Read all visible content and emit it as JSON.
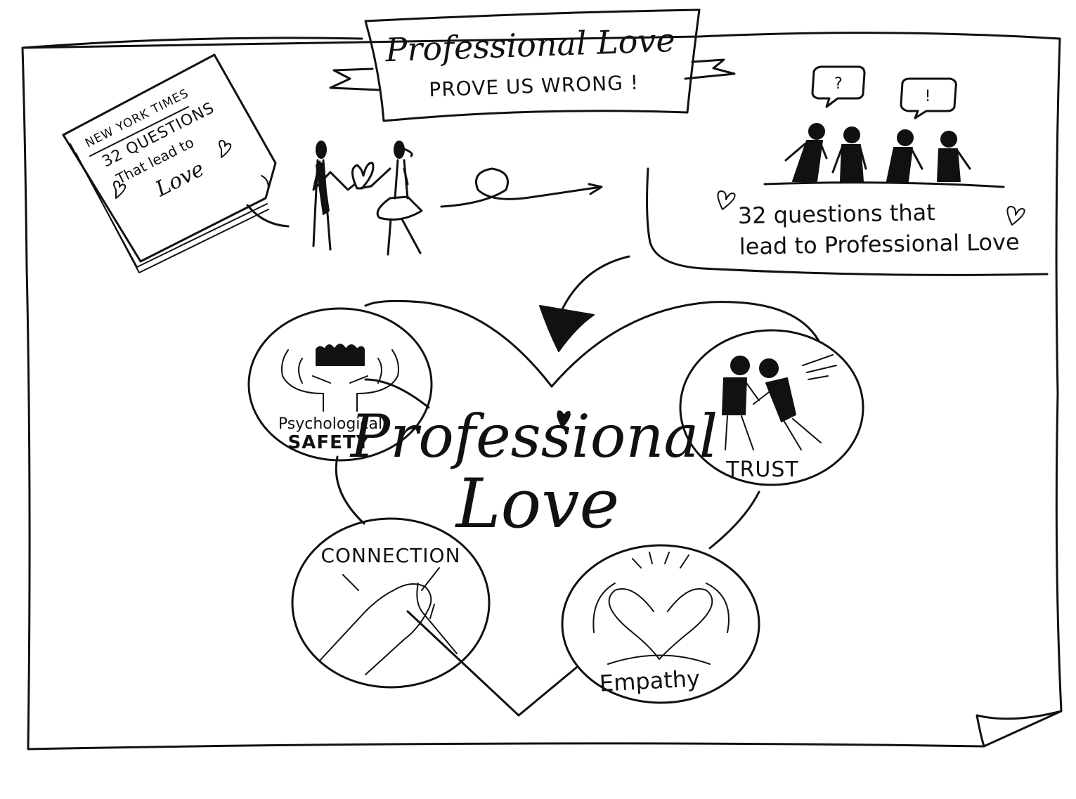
{
  "banner": {
    "title": "Professional Love",
    "subtitle": "PROVE US WRONG !"
  },
  "newspaper": {
    "source": "NEW YORK TIMES",
    "line1": "32 QUESTIONS",
    "line2": "That lead to",
    "line3": "Love"
  },
  "team_panel": {
    "bubble_left": "?",
    "bubble_right": "!",
    "caption_line1": "32 questions that",
    "caption_line2": "lead to Professional Love"
  },
  "heart": {
    "title_line1": "Professional",
    "title_line2": "Love"
  },
  "pillars": {
    "safety_small": "Psychological",
    "safety_big": "SAFETY",
    "trust": "TRUST",
    "connection": "CONNECTION",
    "empathy": "Empathy"
  },
  "colors": {
    "ink": "#111111",
    "paper": "#ffffff"
  }
}
